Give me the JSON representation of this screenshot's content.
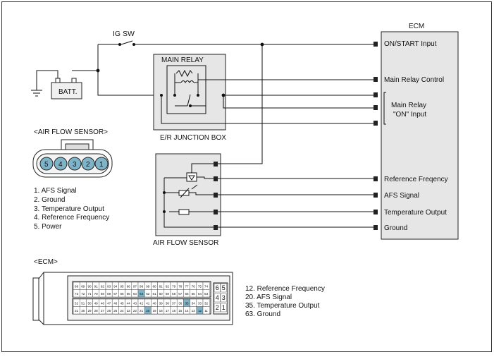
{
  "ig_sw": "IG SW",
  "batt": "BATT.",
  "main_relay": "MAIN RELAY",
  "junction_box": "E/R JUNCTION BOX",
  "afs_sensor_bottom": "AIR FLOW SENSOR",
  "ecm_title": "ECM",
  "ecm_pins": [
    "ON/START Input",
    "Main Relay Control",
    "Main Relay",
    "\"ON\" Input",
    "Reference Freqency",
    "AFS Signal",
    "Temperature Output",
    "Ground"
  ],
  "afs_connector": {
    "title": "<AIR FLOW SENSOR>",
    "pins": [
      "5",
      "4",
      "3",
      "2",
      "1"
    ],
    "legend": [
      "1. AFS Signal",
      "2. Ground",
      "3. Temperature Output",
      "4. Reference Frequency",
      "5. Power"
    ]
  },
  "ecm_connector": {
    "title": "<ECM>",
    "legend": [
      "12. Reference Frequency",
      "20. AFS Signal",
      "35. Temperature Output",
      "63. Ground"
    ],
    "side_pins": [
      "6",
      "5",
      "4",
      "3",
      "2",
      "1"
    ],
    "rows": [
      [
        "88",
        "89",
        "90",
        "91",
        "92",
        "93",
        "94",
        "95",
        "96",
        "97",
        "98",
        "99",
        "80",
        "81",
        "82",
        "79",
        "78",
        "77",
        "76",
        "75",
        "74"
      ],
      [
        "73",
        "72",
        "71",
        "70",
        "69",
        "68",
        "67",
        "66",
        "65",
        "64",
        "63",
        "62",
        "61",
        "60",
        "59",
        "58",
        "57",
        "56",
        "55",
        "54",
        "53"
      ],
      [
        "52",
        "51",
        "50",
        "49",
        "48",
        "47",
        "46",
        "45",
        "44",
        "43",
        "42",
        "41",
        "40",
        "39",
        "38",
        "37",
        "36",
        "35",
        "34",
        "33",
        "32"
      ],
      [
        "31",
        "30",
        "29",
        "28",
        "27",
        "26",
        "25",
        "24",
        "23",
        "22",
        "21",
        "20",
        "19",
        "18",
        "17",
        "16",
        "15",
        "14",
        "13",
        "12",
        "11"
      ]
    ]
  }
}
